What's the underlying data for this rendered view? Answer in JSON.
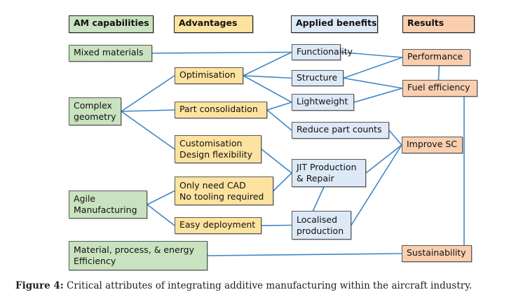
{
  "headers": {
    "capabilities": "AM capabilities",
    "advantages": "Advantages",
    "applied_benefits": "Applied benefits",
    "results": "Results"
  },
  "capabilities": {
    "mixed_materials": "Mixed materials",
    "complex_geometry": [
      "Complex",
      "geometry"
    ],
    "agile_manufacturing": [
      "Agile",
      "Manufacturing"
    ],
    "material_efficiency": [
      "Material, process, & energy",
      "Efficiency"
    ]
  },
  "advantages": {
    "optimisation": "Optimisation",
    "part_consolidation": "Part consolidation",
    "customisation": [
      "Customisation",
      "Design flexibility"
    ],
    "only_cad": [
      "Only need CAD",
      "No tooling required"
    ],
    "easy_deployment": "Easy deployment"
  },
  "applied_benefits": {
    "functionality": "Functionality",
    "structure": "Structure",
    "lightweight": "Lightweight",
    "reduce_part_counts": "Reduce part counts",
    "jit": [
      "JIT Production",
      "& Repair"
    ],
    "localised": [
      "Localised",
      "production"
    ]
  },
  "results": {
    "performance": "Performance",
    "fuel_efficiency": "Fuel efficiency",
    "improve_sc": "Improve SC",
    "sustainability": "Sustainability"
  },
  "colors": {
    "capabilities": "#c9e2bf",
    "advantages": "#fde3a0",
    "applied_benefits": "#dde9f6",
    "results": "#f9cfb0",
    "connector": "#3f86c6"
  },
  "connections": [
    [
      "mixed_materials",
      "functionality"
    ],
    [
      "complex_geometry",
      "optimisation"
    ],
    [
      "complex_geometry",
      "part_consolidation"
    ],
    [
      "complex_geometry",
      "customisation"
    ],
    [
      "optimisation",
      "functionality"
    ],
    [
      "optimisation",
      "structure"
    ],
    [
      "optimisation",
      "lightweight"
    ],
    [
      "part_consolidation",
      "lightweight"
    ],
    [
      "part_consolidation",
      "reduce_part_counts"
    ],
    [
      "customisation",
      "jit"
    ],
    [
      "only_cad",
      "jit"
    ],
    [
      "agile_manufacturing",
      "only_cad"
    ],
    [
      "agile_manufacturing",
      "easy_deployment"
    ],
    [
      "easy_deployment",
      "localised"
    ],
    [
      "jit",
      "localised"
    ],
    [
      "functionality",
      "performance"
    ],
    [
      "structure",
      "performance"
    ],
    [
      "structure",
      "fuel_efficiency"
    ],
    [
      "lightweight",
      "fuel_efficiency"
    ],
    [
      "performance",
      "fuel_efficiency"
    ],
    [
      "reduce_part_counts",
      "improve_sc"
    ],
    [
      "jit",
      "improve_sc"
    ],
    [
      "localised",
      "improve_sc"
    ],
    [
      "fuel_efficiency",
      "sustainability"
    ],
    [
      "material_efficiency",
      "sustainability"
    ]
  ],
  "caption": {
    "label": "Figure 4:",
    "text": " Critical attributes of integrating additive manufacturing within the aircraft industry."
  }
}
